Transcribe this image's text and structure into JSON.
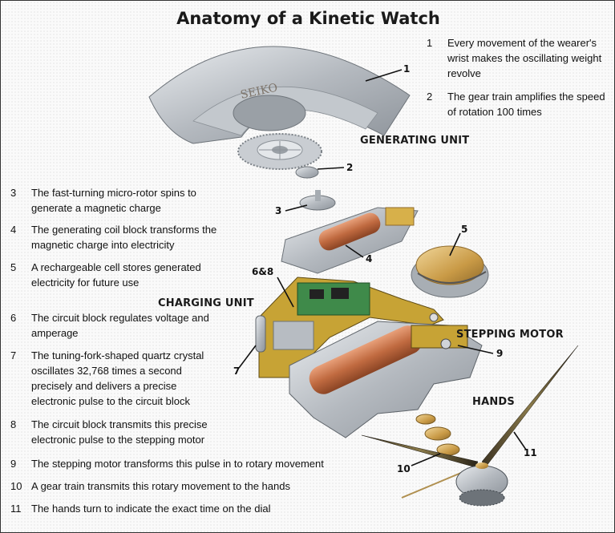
{
  "title": "Anatomy of a Kinetic Watch",
  "right_notes": [
    {
      "num": "1",
      "text": "Every movement of the wearer's wrist makes the oscillating weight revolve"
    },
    {
      "num": "2",
      "text": "The gear train amplifies the speed of rotation 100 times"
    }
  ],
  "left_notes": [
    {
      "num": "3",
      "text": "The fast-turning micro-rotor spins to generate a magnetic charge"
    },
    {
      "num": "4",
      "text": "The generating coil block transforms the magnetic charge into electricity"
    },
    {
      "num": "5",
      "text": "A rechargeable cell stores generated electricity for future use"
    },
    {
      "num": "6",
      "text": "The circuit block regulates voltage and amperage"
    },
    {
      "num": "7",
      "text": "The tuning-fork-shaped quartz crystal oscillates 32,768 times a second precisely and delivers a precise electronic pulse to the circuit block"
    },
    {
      "num": "8",
      "text": "The circuit block transmits this precise electronic pulse to the stepping motor"
    },
    {
      "num": "9",
      "text": "The stepping motor transforms this pulse in to rotary movement"
    },
    {
      "num": "10",
      "text": "A gear train transmits this rotary movement to the hands"
    },
    {
      "num": "11",
      "text": "The hands turn to indicate the exact time on the dial"
    }
  ],
  "sections": {
    "generating": "GENERATING UNIT",
    "charging": "CHARGING UNIT",
    "stepping": "STEPPING MOTOR",
    "hands": "HANDS"
  },
  "callouts": {
    "c1": "1",
    "c2": "2",
    "c3": "3",
    "c4": "4",
    "c5": "5",
    "c68": "6&8",
    "c7": "7",
    "c9": "9",
    "c10": "10",
    "c11": "11"
  },
  "rotor_engraving": "SEIKO"
}
